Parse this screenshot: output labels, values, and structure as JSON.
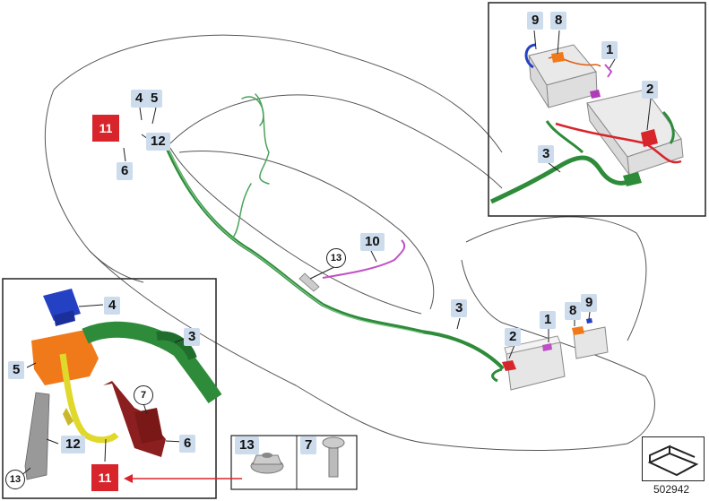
{
  "diagram_number": "502942",
  "main_callouts": [
    "9",
    "8",
    "1",
    "2",
    "3",
    "4",
    "5",
    "12",
    "6",
    "10",
    "3",
    "1",
    "8",
    "9",
    "2"
  ],
  "main_circle": "13",
  "red_callout": "11",
  "inset_bottom_callouts": [
    "4",
    "3",
    "5",
    "12",
    "6",
    "11"
  ],
  "inset_bottom_circles": [
    "7",
    "13"
  ],
  "parts_box": [
    {
      "number": "13",
      "icon": "flange-nut-icon"
    },
    {
      "number": "7",
      "icon": "torx-bolt-icon"
    }
  ],
  "colors": {
    "harness_green": "#2e8b3a",
    "cable_red": "#d8252c",
    "cable_purple": "#c04fc7",
    "callout_bg": "#cddcec",
    "terminal_orange": "#f07a1a",
    "bracket_darkred": "#8b1e1e"
  }
}
